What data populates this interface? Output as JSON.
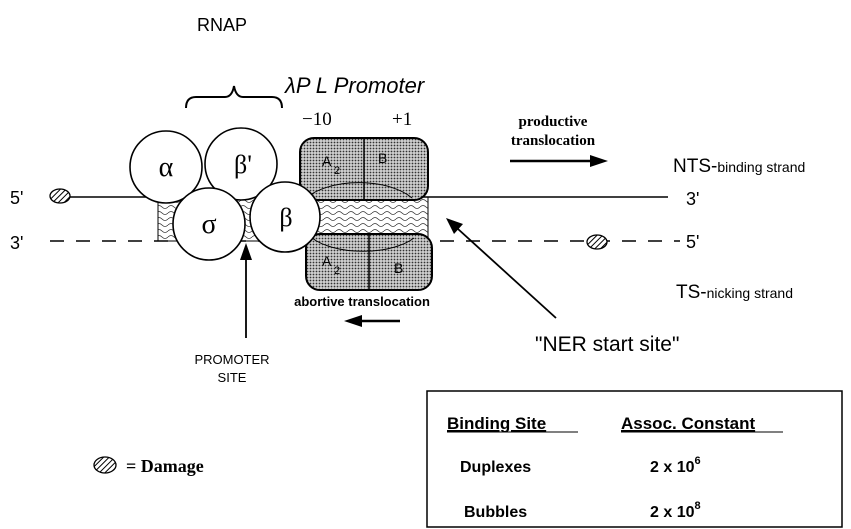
{
  "labels": {
    "rnap": "RNAP",
    "promoter_title": "λP L  Promoter",
    "minus10": "−10",
    "plus1": "+1",
    "productive_1": "productive",
    "productive_2": "translocation",
    "abortive": "abortive translocation",
    "nts_main": "NTS-",
    "nts_sub": "binding strand",
    "ts_main": "TS-",
    "ts_sub": "nicking strand",
    "five_prime_top": "5'",
    "three_prime_top": "3'",
    "three_prime_bottom": "3'",
    "five_prime_bottom": "5'",
    "ner_start": "\"NER start site\"",
    "promoter_site_1": "PROMOTER",
    "promoter_site_2": "SITE",
    "damage_legend": "= Damage"
  },
  "subunits": {
    "alpha": "α",
    "beta_prime": "β'",
    "sigma": "σ",
    "beta": "β",
    "a2_top": "A",
    "a2_top_sub": "2",
    "b_top": "B",
    "a2_bottom": "A",
    "a2_bottom_sub": "2",
    "b_bottom": "B"
  },
  "table": {
    "headers": [
      "Binding Site",
      "Assoc. Constant"
    ],
    "rows": [
      {
        "site": "Duplexes",
        "base": "2 x 10",
        "exp": "6"
      },
      {
        "site": "Bubbles",
        "base": "2 x 10",
        "exp": "8"
      }
    ]
  }
}
